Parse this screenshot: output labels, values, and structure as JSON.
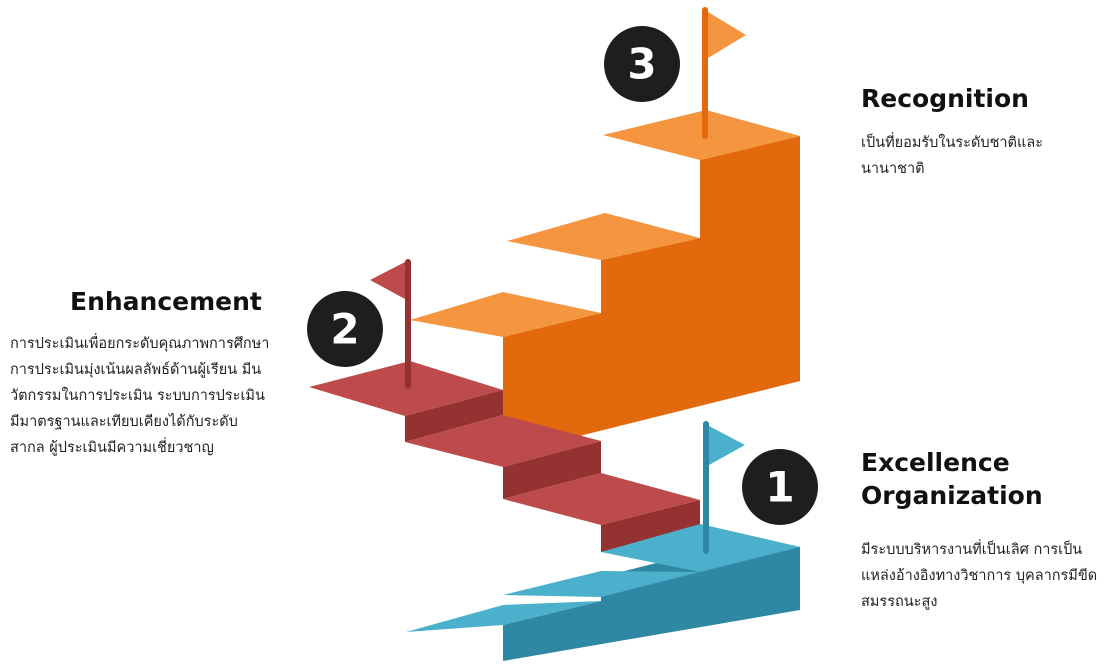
{
  "stages": [
    {
      "number": "1",
      "title": "Excellence Organization",
      "description": "มีระบบบริหารงานที่เป็นเลิศ การเป็นแหล่งอ้างอิงทางวิชาการ บุคลากรมีขีดสมรรถนะสูง",
      "color": "#3a9bb7"
    },
    {
      "number": "2",
      "title": "Enhancement",
      "description": "การประเมินเพื่อยกระดับคุณภาพการศึกษา การประเมินมุ่งเน้นผลลัพธ์ด้านผู้เรียน มีนวัตกรรมในการประเมิน ระบบการประเมินมีมาตรฐานและเทียบเคียงได้กับระดับสากล ผู้ประเมินมีความเชี่ยวชาญ",
      "color": "#b83e3e"
    },
    {
      "number": "3",
      "title": "Recognition",
      "description": "เป็นที่ยอมรับในระดับชาติและนานาชาติ",
      "color": "#e8700c"
    }
  ],
  "badge_color": "#1e1e1e"
}
